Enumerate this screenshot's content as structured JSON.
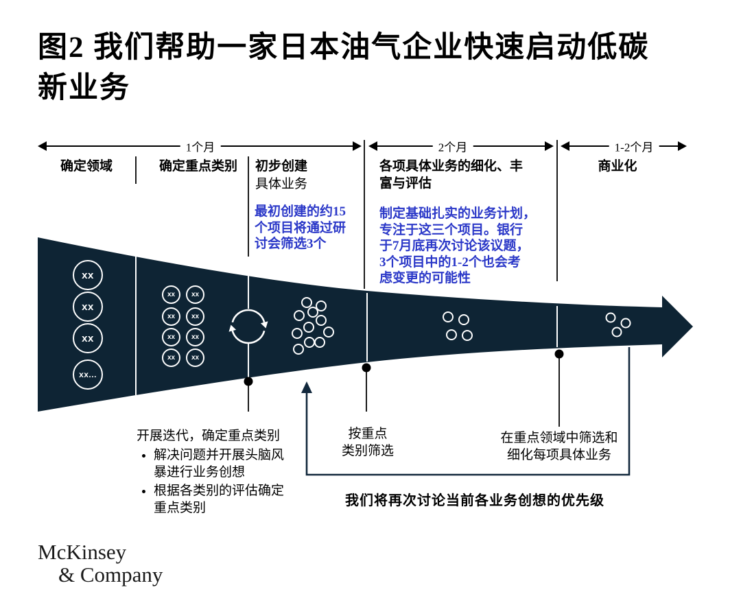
{
  "title": {
    "text": "图2 我们帮助一家日本油气企业快速启动低碳\n新业务"
  },
  "timeline": {
    "segments": [
      {
        "label": "1个月"
      },
      {
        "label": "2个月"
      },
      {
        "label": "1-2个月"
      }
    ]
  },
  "phases": [
    {
      "title": "确定领域"
    },
    {
      "title": "确定重点类别"
    },
    {
      "title": "初步创建",
      "subtitle": "具体业务",
      "note": "最初创建的约15\n个项目将通过研\n讨会筛选3个"
    },
    {
      "title": "各项具体业务的细化、丰\n富与评估",
      "note": "制定基础扎实的业务计划，\n专注于这三个项目。银行\n于7月底再次讨论该议题，\n3个项目中的1-2个也会考\n虑变更的可能性"
    },
    {
      "title": "商业化"
    }
  ],
  "funnel": {
    "big_circles": [
      "xx",
      "xx",
      "xx",
      "xx..."
    ],
    "small_circles": [
      "xx",
      "xx",
      "xx",
      "xx",
      "xx",
      "xx",
      "xx",
      "xx"
    ],
    "refresh_icon": "iteration-refresh-icon"
  },
  "annotations": {
    "iterate": {
      "title": "开展迭代，确定重点类别",
      "bullets": [
        "解决问题并开展头脑风\n暴进行业务创想",
        "根据各类别的评估确定\n重点类别"
      ]
    },
    "filter": "按重点\n类别筛选",
    "refine": "在重点领域中筛选和\n细化每项具体业务",
    "loop": "我们将再次讨论当前各业务创想的优先级"
  },
  "logo": {
    "line1": "McKinsey",
    "line2": "& Company"
  },
  "colors": {
    "navy": "#0e2434",
    "blue": "#2b38c8",
    "blue-dark": "#12283c"
  }
}
